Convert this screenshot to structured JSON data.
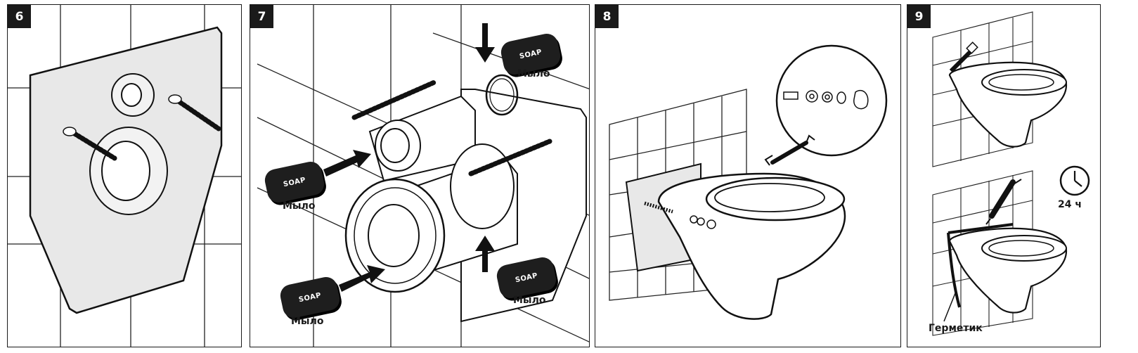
{
  "panels": [
    {
      "number": "6"
    },
    {
      "number": "7"
    },
    {
      "number": "8"
    },
    {
      "number": "9"
    }
  ],
  "soap_text": "SOAP",
  "soap_label": "Мыло",
  "time_label": "24 ч",
  "sealant_label": "Герметик"
}
